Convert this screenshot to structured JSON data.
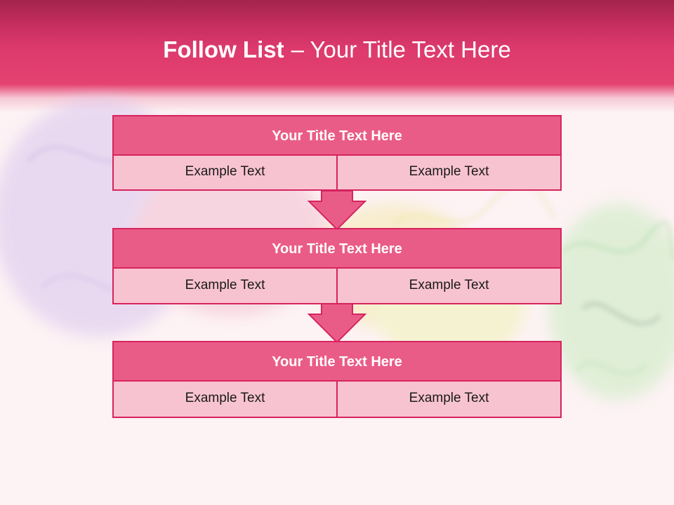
{
  "slide": {
    "title_bold": "Follow List",
    "title_rest": "– Your Title Text Here"
  },
  "steps": [
    {
      "title": "Your Title Text Here",
      "left": "Example Text",
      "right": "Example Text"
    },
    {
      "title": "Your Title Text Here",
      "left": "Example Text",
      "right": "Example Text"
    },
    {
      "title": "Your Title Text Here",
      "left": "Example Text",
      "right": "Example Text"
    }
  ],
  "colors": {
    "header": "#e03a6c",
    "block_title": "#ea5c88",
    "block_body": "#f8c3d1",
    "border": "#d6245f",
    "background": "#fdf2f4"
  }
}
